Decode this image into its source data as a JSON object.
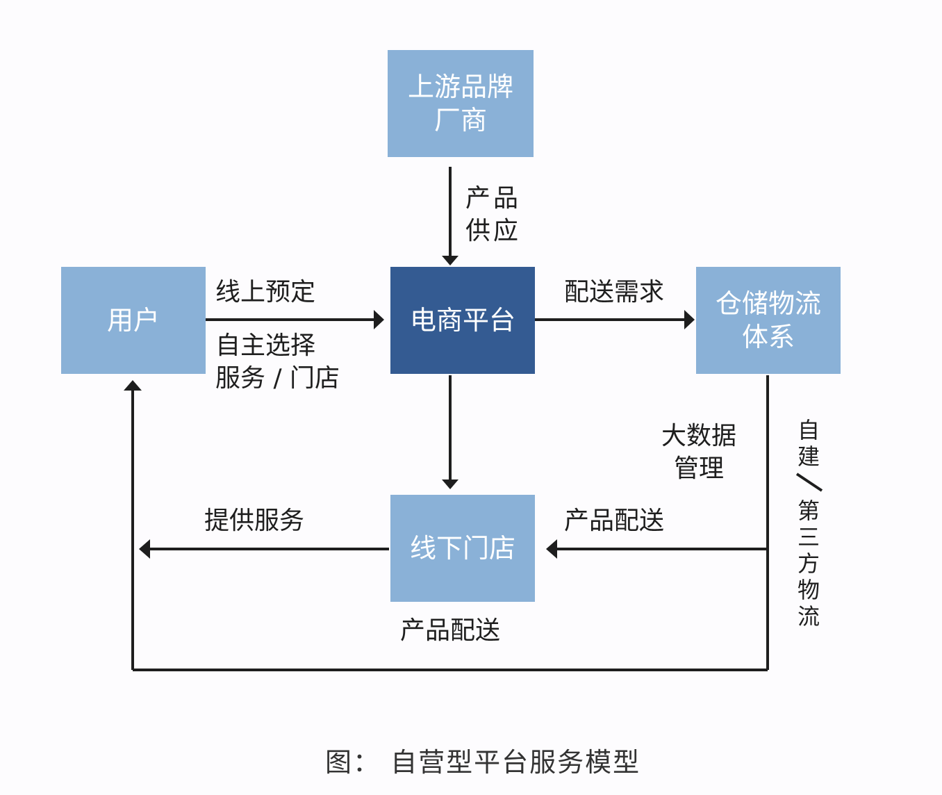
{
  "nodes": {
    "upstream": {
      "line1": "上游品牌",
      "line2": "厂商"
    },
    "platform": {
      "label": "电商平台"
    },
    "user": {
      "label": "用户"
    },
    "logistics": {
      "line1": "仓储物流",
      "line2": "体系"
    },
    "store": {
      "label": "线下门店"
    }
  },
  "edges": {
    "supply": {
      "line1": "产品",
      "line2": "供应"
    },
    "online_booking": {
      "label": "线上预定"
    },
    "self_select": {
      "line1": "自主选择",
      "line2": "服务 / 门店"
    },
    "delivery_demand": {
      "label": "配送需求"
    },
    "big_data": {
      "line1": "大数据",
      "line2": "管理"
    },
    "product_delivery_store": {
      "label": "产品配送"
    },
    "provide_service": {
      "label": "提供服务"
    },
    "product_delivery_user": {
      "label": "产品配送"
    },
    "logistics_type": {
      "chars_top": [
        "自",
        "建"
      ],
      "separator": "/",
      "chars_bottom": [
        "第",
        "三",
        "方",
        "物",
        "流"
      ]
    }
  },
  "colors": {
    "light_box": "#8ab1d7",
    "dark_box": "#345b92",
    "line": "#1e1e1e"
  },
  "caption": "图：  自营型平台服务模型"
}
